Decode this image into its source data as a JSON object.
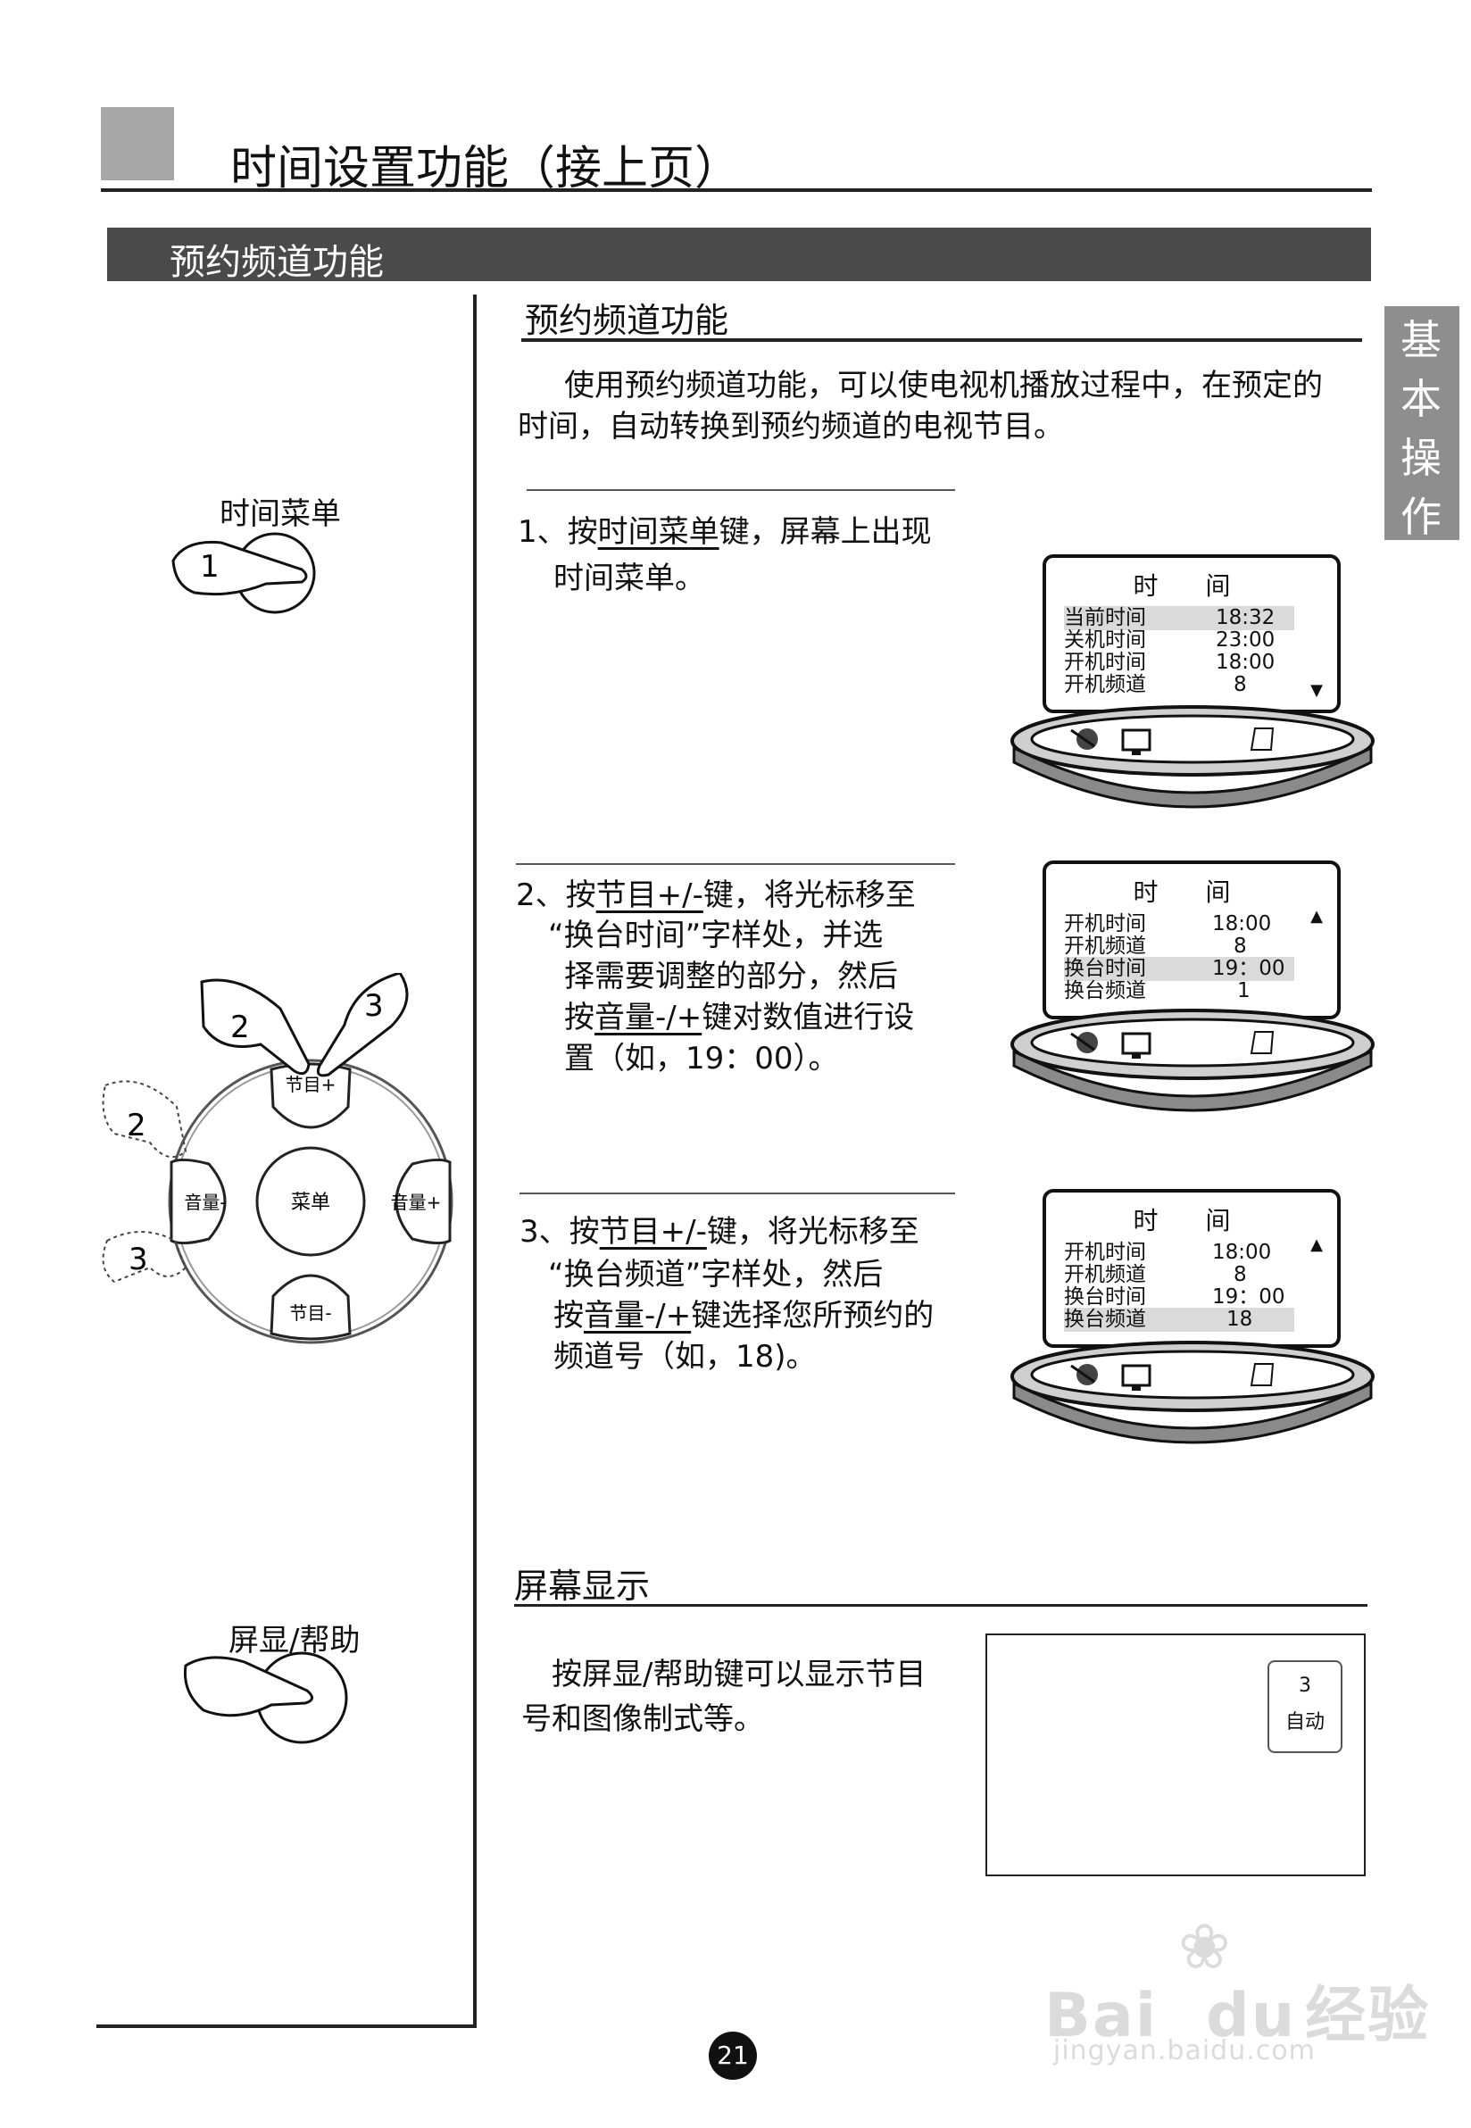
{
  "header": {
    "title": "时间设置功能（接上页）",
    "banner": "预约频道功能"
  },
  "side_tab": [
    "基",
    "本",
    "操",
    "作"
  ],
  "section1": {
    "heading": "预约频道功能",
    "intro_line1": "使用预约频道功能，可以使电视机播放过程中，在预定的",
    "intro_line2": "时间，自动转换到预约频道的电视节目。"
  },
  "step1": {
    "prefix": "1、按",
    "key": "时间菜单",
    "suffix": "键，屏幕上出现",
    "line2": "时间菜单。",
    "remote_label": "时间菜单",
    "finger_number": "1"
  },
  "step2": {
    "prefix": "2、按",
    "key": "节目+/-",
    "suffix": "键，将光标移至",
    "line2": "“换台时间”字样处，并选",
    "line3": "择需要调整的部分，然后",
    "line4_prefix": "按",
    "line4_key": "音量-/+",
    "line4_suffix": "键对数值进行设",
    "line5": "置（如，19：00）。"
  },
  "step3": {
    "prefix": "3、按",
    "key": "节目+/-",
    "suffix": "键，将光标移至",
    "line2": "“换台频道”字样处，然后",
    "line3_prefix": "按",
    "line3_key": "音量-/+",
    "line3_suffix": "键选择您所预约的",
    "line4": "频道号（如，18)。"
  },
  "remote": {
    "up": "节目+",
    "down": "节目-",
    "left": "音量-",
    "right": "音量+",
    "center": "菜单",
    "fingers": [
      "2",
      "3",
      "2",
      "3"
    ]
  },
  "menus": [
    {
      "title": "时 间",
      "rows": [
        {
          "label": "当前时间",
          "value": "18:32",
          "hl": true
        },
        {
          "label": "关机时间",
          "value": "23:00",
          "hl": false
        },
        {
          "label": "开机时间",
          "value": "18:00",
          "hl": false
        },
        {
          "label": "开机频道",
          "value": "8",
          "hl": false
        }
      ],
      "arrow": "down"
    },
    {
      "title": "时 间",
      "rows": [
        {
          "label": "开机时间",
          "value": "18:00",
          "hl": false
        },
        {
          "label": "开机频道",
          "value": "8",
          "hl": false
        },
        {
          "label": "换台时间",
          "value": "19：00",
          "hl": true
        },
        {
          "label": "换台频道",
          "value": "1",
          "hl": false
        }
      ],
      "arrow": "up"
    },
    {
      "title": "时 间",
      "rows": [
        {
          "label": "开机时间",
          "value": "18:00",
          "hl": false
        },
        {
          "label": "开机频道",
          "value": "8",
          "hl": false
        },
        {
          "label": "换台时间",
          "value": "19：00",
          "hl": false
        },
        {
          "label": "换台频道",
          "value": "18",
          "hl": true
        }
      ],
      "arrow": "up"
    }
  ],
  "section2": {
    "heading": "屏幕显示",
    "line1": "按屏显/帮助键可以显示节目",
    "line2": "号和图像制式等。",
    "remote_label": "屏显/帮助",
    "osd_channel": "3",
    "osd_mode": "自动"
  },
  "page_number": "21",
  "watermark": {
    "brand": "Bai",
    "brand2": "du",
    "product": "经验",
    "url": "jingyan.baidu.com"
  }
}
